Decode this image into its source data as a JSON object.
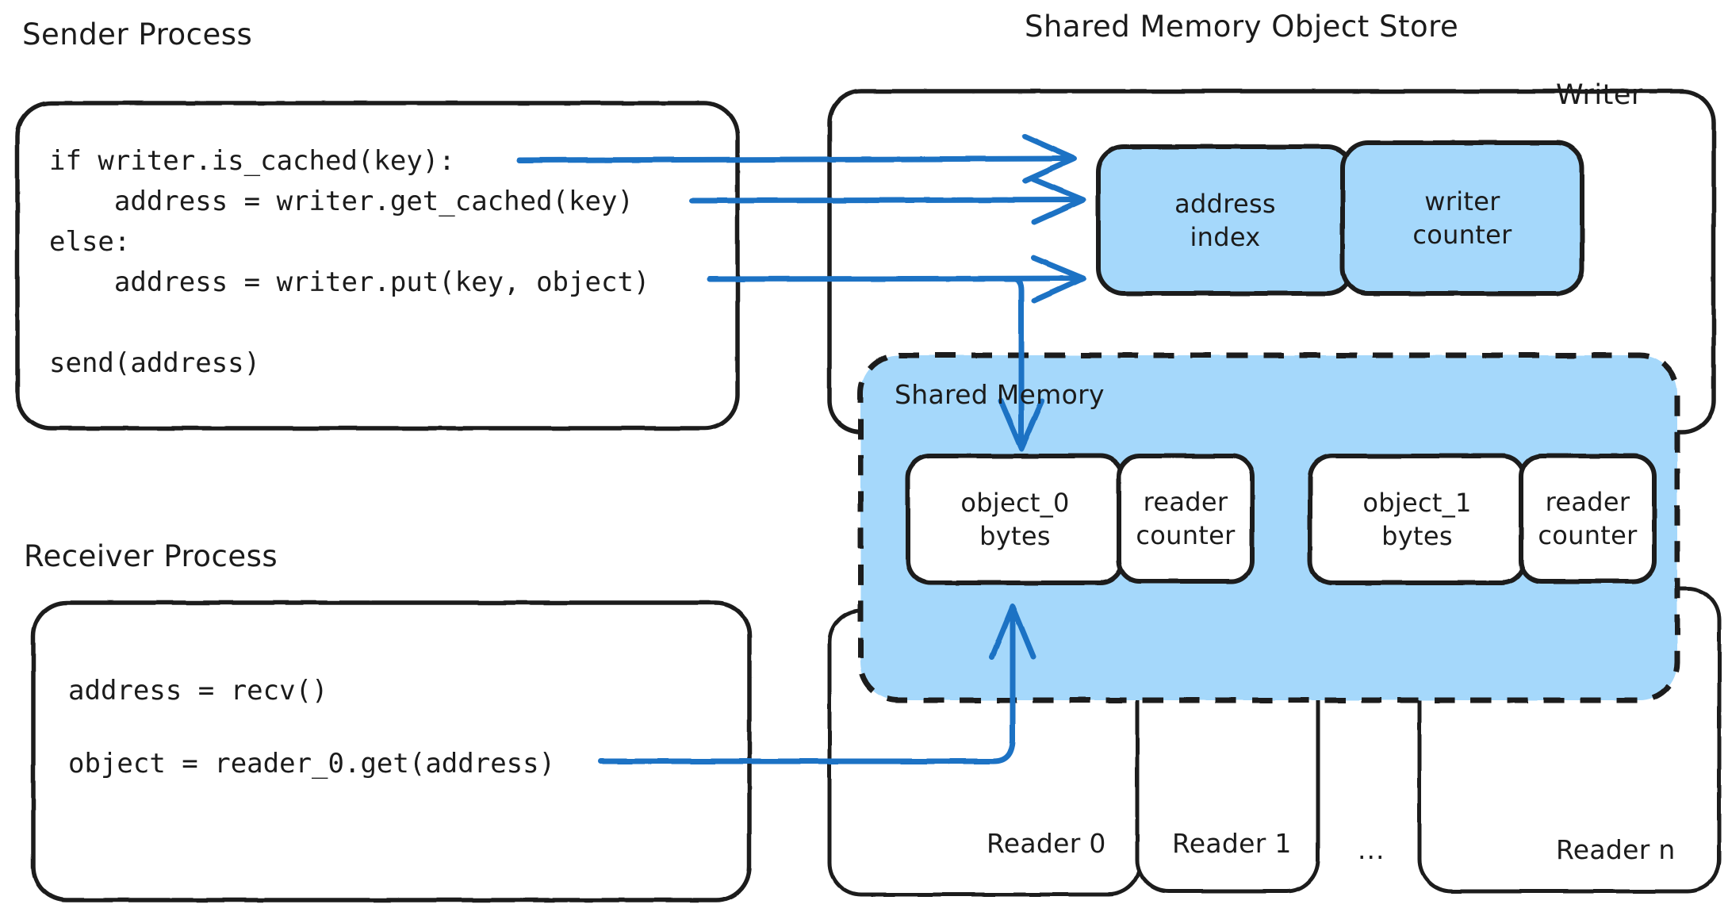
{
  "diagram": {
    "title_left": "Sender Process",
    "title_right": "Shared Memory Object Store",
    "title_receiver": "Receiver Process"
  },
  "colors": {
    "ink": "#1b1b1b",
    "arrow_blue": "#1c72c4",
    "fill_light_blue": "#a5d8fb",
    "background": "#ffffff",
    "box_white": "#ffffff"
  },
  "sender": {
    "label": "Sender Process",
    "code_lines": [
      "if writer.is_cached(key):",
      "    address = writer.get_cached(key)",
      "else:",
      "    address = writer.put(key, object)",
      "",
      "send(address)"
    ]
  },
  "receiver": {
    "label": "Receiver Process",
    "code_lines": [
      "address = recv()",
      "",
      "object = reader_0.get(address)"
    ]
  },
  "writer": {
    "label": "Writer",
    "slots": [
      {
        "lines": [
          "address",
          "index"
        ]
      },
      {
        "lines": [
          "writer",
          "counter"
        ]
      }
    ]
  },
  "shared_memory": {
    "label": "Shared Memory",
    "entries": [
      {
        "object": {
          "lines": [
            "object_0",
            "bytes"
          ]
        },
        "counter": {
          "lines": [
            "reader",
            "counter"
          ]
        }
      },
      {
        "object": {
          "lines": [
            "object_1",
            "bytes"
          ]
        },
        "counter": {
          "lines": [
            "reader",
            "counter"
          ]
        }
      }
    ]
  },
  "readers": {
    "items": [
      "Reader 0",
      "Reader 1",
      "Reader n"
    ],
    "ellipsis": "..."
  }
}
